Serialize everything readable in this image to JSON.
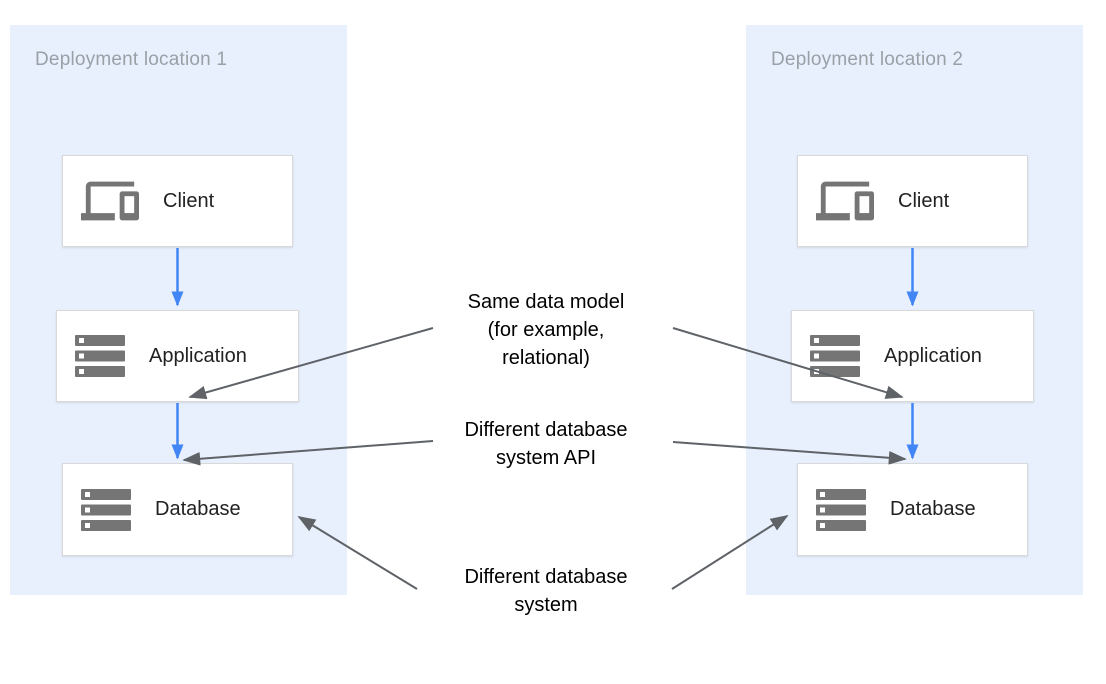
{
  "colors": {
    "panel_bg": "#e8f0fe",
    "flow_arrow": "#4285f4",
    "annotation_arrow": "#5f6368",
    "icon_gray": "#757575",
    "panel_title": "#9aa0a6",
    "box_border": "#d9d9d9",
    "label_text": "#212121",
    "annotation_text": "#000000"
  },
  "locations": [
    {
      "title": "Deployment location 1",
      "nodes": [
        {
          "label": "Client",
          "icon": "devices-icon"
        },
        {
          "label": "Application",
          "icon": "storage-icon"
        },
        {
          "label": "Database",
          "icon": "storage-icon"
        }
      ]
    },
    {
      "title": "Deployment location 2",
      "nodes": [
        {
          "label": "Client",
          "icon": "devices-icon"
        },
        {
          "label": "Application",
          "icon": "storage-icon"
        },
        {
          "label": "Database",
          "icon": "storage-icon"
        }
      ]
    }
  ],
  "annotations": [
    {
      "lines": [
        "Same data model",
        "(for example,",
        "relational)"
      ]
    },
    {
      "lines": [
        "Different database",
        "system API"
      ]
    },
    {
      "lines": [
        "Different database",
        "system"
      ]
    }
  ]
}
